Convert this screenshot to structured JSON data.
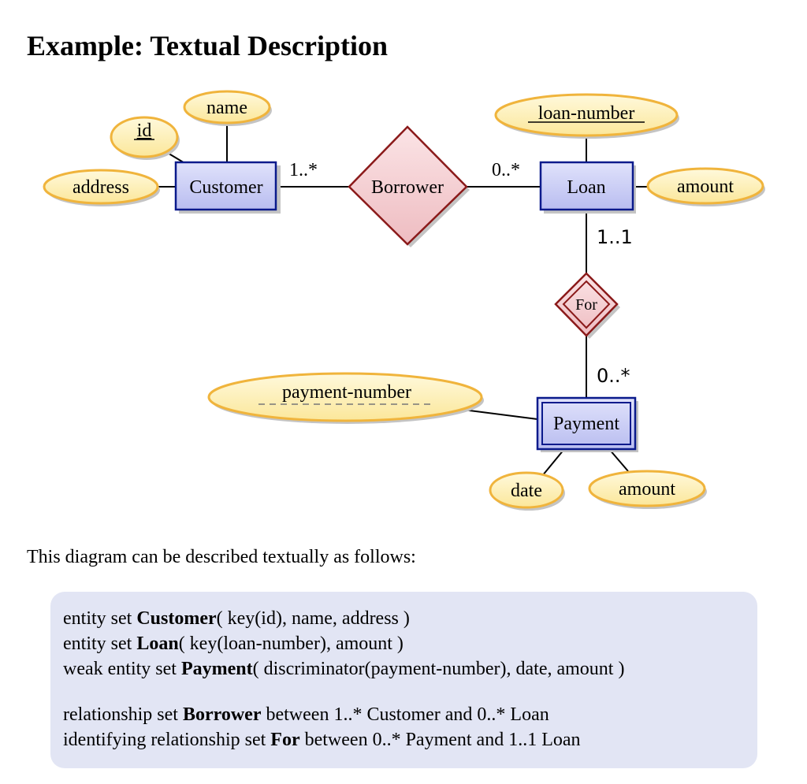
{
  "title": "Example: Textual Description",
  "diagram": {
    "entities": {
      "customer": "Customer",
      "loan": "Loan",
      "payment": "Payment"
    },
    "relationships": {
      "borrower": "Borrower",
      "for": "For"
    },
    "attributes": {
      "customer_id": "id",
      "customer_name": "name",
      "customer_address": "address",
      "loan_number": "loan-number",
      "loan_amount": "amount",
      "payment_number": "payment-number",
      "payment_date": "date",
      "payment_amount": "amount"
    },
    "cardinalities": {
      "customer_borrower": "1..*",
      "borrower_loan": "0..*",
      "loan_for": "1..1",
      "for_payment": "0..*"
    },
    "colors": {
      "entity_fill": "#c9ccf5",
      "entity_stroke": "#0a1a8c",
      "relationship_fill": "#f6cfd3",
      "relationship_stroke": "#8b1a1a",
      "attribute_fill": "#fcefb0",
      "attribute_stroke": "#f0b43c"
    }
  },
  "intro": "This diagram can be described textually as follows:",
  "description": {
    "line1": {
      "pre": "entity set ",
      "name": "Customer",
      "post": "( key(id), name, address )"
    },
    "line2": {
      "pre": "entity set ",
      "name": "Loan",
      "post": "( key(loan-number), amount )"
    },
    "line3": {
      "pre": "weak entity set ",
      "name": "Payment",
      "post": "( discriminator(payment-number), date, amount )"
    },
    "line4": {
      "pre": "relationship set ",
      "name": "Borrower",
      "post": " between 1..* Customer and 0..* Loan"
    },
    "line5": {
      "pre": "identifying relationship set ",
      "name": "For",
      "post": " between 0..* Payment and 1..1 Loan"
    }
  }
}
